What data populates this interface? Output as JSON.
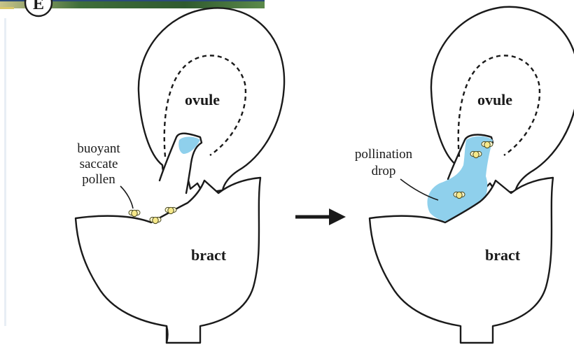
{
  "panel_letter": "E",
  "colors": {
    "drop": "#8fd0ec",
    "pollen": "#f7e98a",
    "outline": "#1a1a1a",
    "strip": "#4a7a3a"
  },
  "left_panel": {
    "ovule_label": "ovule",
    "bract_label": "bract",
    "pollen_label_lines": [
      "buoyant",
      "saccate",
      "pollen"
    ]
  },
  "right_panel": {
    "ovule_label": "ovule",
    "bract_label": "bract",
    "drop_label_lines": [
      "pollination",
      "drop"
    ]
  },
  "arrow": "right-arrow"
}
